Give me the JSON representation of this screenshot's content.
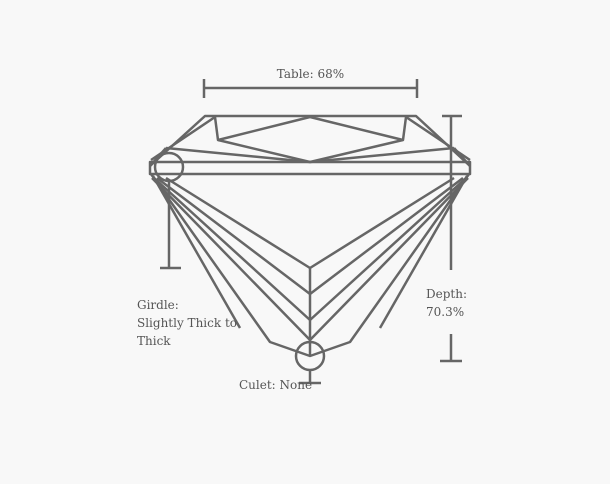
{
  "labels": {
    "table": "Table: 68%",
    "girdle_title": "Girdle:",
    "girdle_line1": "Slightly Thick to",
    "girdle_line2": "Thick",
    "depth_title": "Depth:",
    "depth_value": "70.3%",
    "culet": "Culet: None"
  },
  "measurements": {
    "table_percent": 68,
    "depth_percent": 70.3,
    "girdle": "Slightly Thick to Thick",
    "culet": "None"
  },
  "colors": {
    "line": "#666666",
    "text": "#555555",
    "background": "#f8f8f8"
  }
}
